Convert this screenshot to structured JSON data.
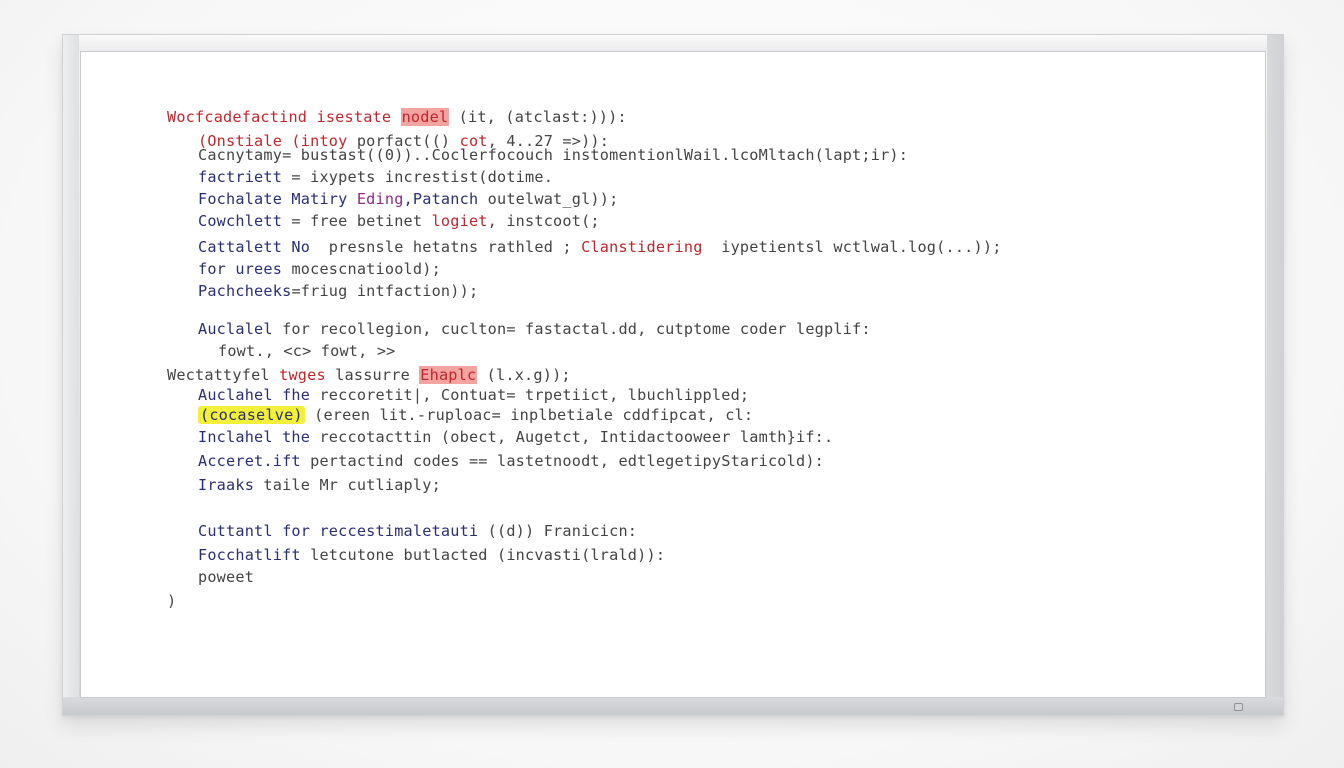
{
  "monitor": {
    "indicator_icon": "power-led-icon"
  },
  "code": {
    "lines": [
      {
        "indent": 0,
        "segments": [
          {
            "text": "Wocfcadefactind isestate ",
            "style": "red"
          },
          {
            "text": "nodel",
            "style": "hl-red"
          },
          {
            "text": " (it, (atclast:))):",
            "style": "plain"
          }
        ]
      },
      {
        "indent": 1,
        "segments": [
          {
            "text": "(Onstiale (intoy ",
            "style": "red"
          },
          {
            "text": "porfact(() ",
            "style": "plain"
          },
          {
            "text": "cot",
            "style": "red"
          },
          {
            "text": ", 4..27 =>)):",
            "style": "plain"
          }
        ]
      },
      {
        "indent": 1,
        "segments": [
          {
            "text": "Cacnytamy= bustast((0))..Coclerfocouch instomentionlWail.lcoMltach(lapt;ir):",
            "style": "plain"
          }
        ]
      },
      {
        "indent": 1,
        "segments": [
          {
            "text": "factriett",
            "style": "kw"
          },
          {
            "text": " = ixypets increstist(dotime.",
            "style": "plain"
          }
        ]
      },
      {
        "indent": 1,
        "segments": [
          {
            "text": "Fochalate Matiry ",
            "style": "kw"
          },
          {
            "text": "Eding",
            "style": "purple"
          },
          {
            "text": ",Patanch ",
            "style": "kw"
          },
          {
            "text": "outelwat_gl));",
            "style": "plain"
          }
        ]
      },
      {
        "indent": 1,
        "segments": [
          {
            "text": "Cowchlett",
            "style": "kw"
          },
          {
            "text": " = free betinet ",
            "style": "plain"
          },
          {
            "text": "logiet",
            "style": "red"
          },
          {
            "text": ", instcoot(;",
            "style": "plain"
          }
        ]
      },
      {
        "indent": 1,
        "segments": [
          {
            "text": "Cattalett No ",
            "style": "kw"
          },
          {
            "text": " presnsle hetatns rathled ; ",
            "style": "plain"
          },
          {
            "text": "Clanstidering",
            "style": "red"
          },
          {
            "text": "  iypetientsl wctlwal.log(...));",
            "style": "plain"
          }
        ]
      },
      {
        "indent": 1,
        "segments": [
          {
            "text": "for urees ",
            "style": "kw"
          },
          {
            "text": "mocescnatioold);",
            "style": "plain"
          }
        ]
      },
      {
        "indent": 1,
        "segments": [
          {
            "text": "Pachcheeks",
            "style": "kw"
          },
          {
            "text": "=friug intfaction));",
            "style": "plain"
          }
        ]
      },
      {
        "indent": 1,
        "segments": [
          {
            "text": "Auclalel",
            "style": "kw"
          },
          {
            "text": " for recollegion, cuclton= fastactal.dd, cutptome coder legplif:",
            "style": "plain"
          }
        ]
      },
      {
        "indent": 2,
        "segments": [
          {
            "text": "fowt., <c> fowt, >>",
            "style": "plain"
          }
        ]
      },
      {
        "indent": 0,
        "segments": [
          {
            "text": "Wectattyfel ",
            "style": "plain"
          },
          {
            "text": "twges",
            "style": "red"
          },
          {
            "text": " lassurre ",
            "style": "plain"
          },
          {
            "text": "Ehaplc",
            "style": "hl-red"
          },
          {
            "text": " (l.x.g));",
            "style": "plain"
          }
        ]
      },
      {
        "indent": 1,
        "segments": [
          {
            "text": "Auclahel fhe ",
            "style": "kw"
          },
          {
            "text": "reccoretit|, Contuat= trpetiict, lbuchlippled;",
            "style": "plain"
          }
        ]
      },
      {
        "indent": 1,
        "segments": [
          {
            "text": "(cocaselve)",
            "style": "hl-yellow"
          },
          {
            "text": " (ereen lit.-ruploac= inplbetiale cddfipcat, cl:",
            "style": "plain"
          }
        ]
      },
      {
        "indent": 1,
        "segments": [
          {
            "text": "Inclahel the ",
            "style": "kw"
          },
          {
            "text": "reccotacttin (obect, Augetct, Intidactooweer lamth}if:.",
            "style": "plain"
          }
        ]
      },
      {
        "indent": 1,
        "segments": [
          {
            "text": "Acceret.ift ",
            "style": "kw"
          },
          {
            "text": "pertactind codes == lastetnoodt, edtlegetipyStaricold):",
            "style": "plain"
          }
        ]
      },
      {
        "indent": 1,
        "segments": [
          {
            "text": "Iraaks ",
            "style": "kw"
          },
          {
            "text": "taile Mr cutliaply;",
            "style": "plain"
          }
        ]
      },
      {
        "indent": 1,
        "segments": [
          {
            "text": "Cuttantl for reccestimaletauti",
            "style": "kw"
          },
          {
            "text": " ((d)) Franicicn:",
            "style": "plain"
          }
        ]
      },
      {
        "indent": 1,
        "segments": [
          {
            "text": "Focchatlift ",
            "style": "kw"
          },
          {
            "text": "letcutone butlacted (incvasti(lrald)):",
            "style": "plain"
          }
        ]
      },
      {
        "indent": 1,
        "segments": [
          {
            "text": "poweet",
            "style": "plain"
          }
        ]
      },
      {
        "indent": 0,
        "segments": [
          {
            "text": ")",
            "style": "plain"
          }
        ]
      }
    ]
  },
  "colors": {
    "keyword": "#2b2f73",
    "plain": "#444444",
    "error_red": "#c0262d",
    "highlight_red_bg": "#f3a3a0",
    "highlight_yellow_bg": "#f3f03a",
    "purple": "#8a2d87",
    "frame": "#dcdee1"
  }
}
